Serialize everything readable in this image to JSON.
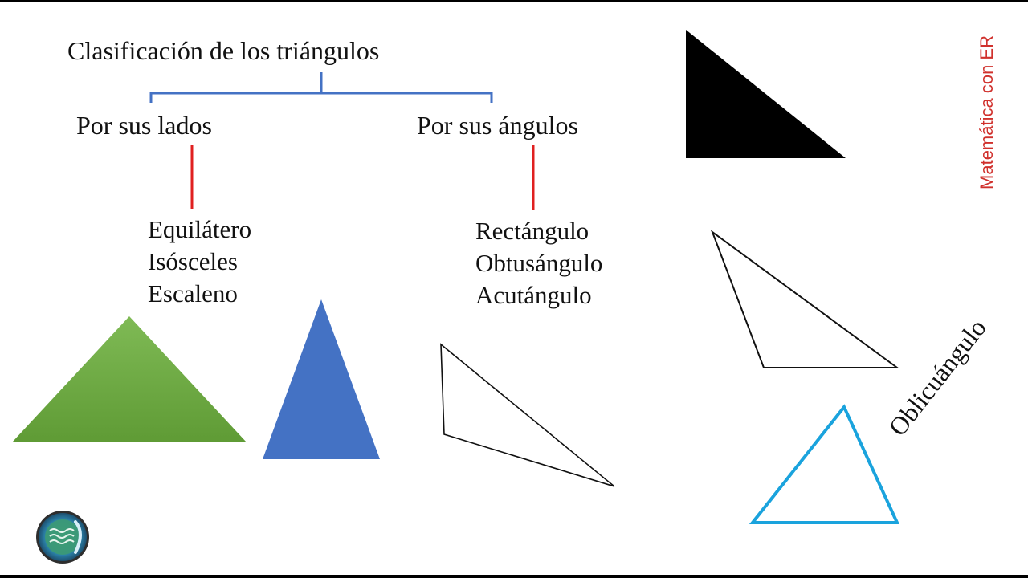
{
  "title": "Clasificación de los triángulos",
  "branches": {
    "sides": {
      "label": "Por sus lados",
      "items": [
        "Equilátero",
        "Isósceles",
        "Escaleno"
      ]
    },
    "angles": {
      "label": "Por sus ángulos",
      "items": [
        "Rectángulo",
        "Obtusángulo",
        "Acutángulo"
      ]
    }
  },
  "oblique_label": "Oblicuángulo",
  "watermark": "Matemática con ER",
  "colors": {
    "brace": "#4472c4",
    "connector": "#e02020",
    "green_triangle": "#70ad47",
    "blue_triangle": "#4472c4",
    "black_triangle": "#000000",
    "cyan_outline": "#1aa3dd",
    "watermark": "#d0312d"
  },
  "logo_icon": "wave-circle-logo-icon"
}
